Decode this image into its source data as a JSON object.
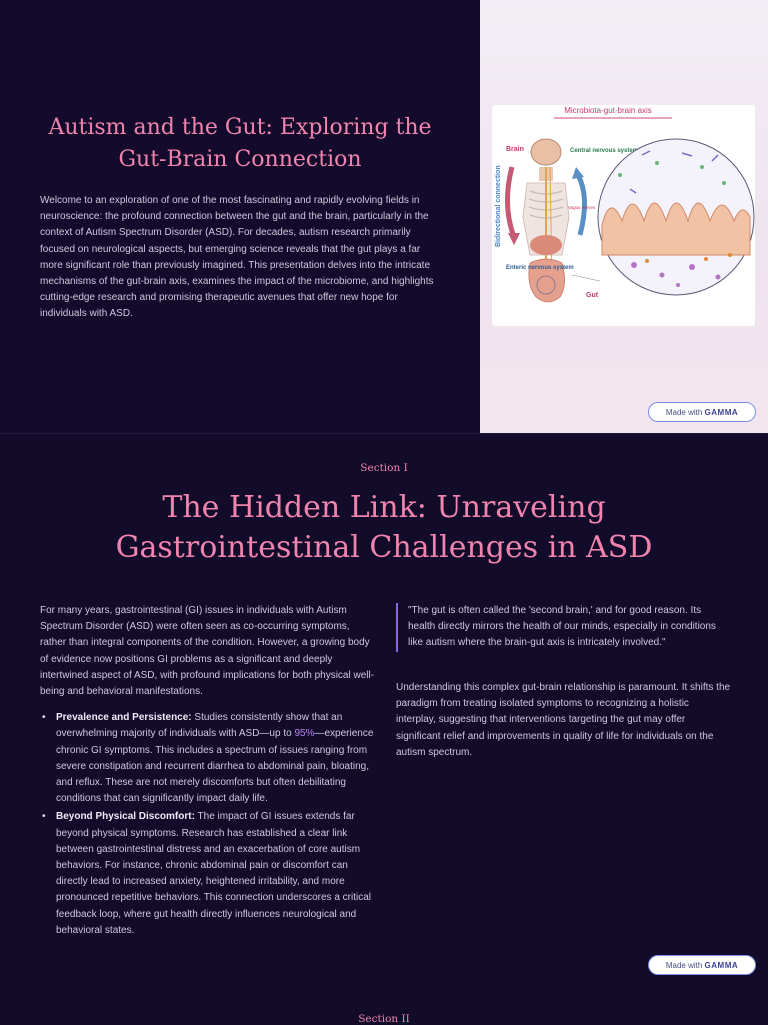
{
  "slide1": {
    "title": "Autism and the Gut: Exploring the Gut-Brain Connection",
    "intro": "Welcome to an exploration of one of the most fascinating and rapidly evolving fields in neuroscience: the profound connection between the gut and the brain, particularly in the context of Autism Spectrum Disorder (ASD). For decades, autism research primarily focused on neurological aspects, but emerging science reveals that the gut plays a far more significant role than previously imagined. This presentation delves into the intricate mechanisms of the gut-brain axis, examines the impact of the microbiome, and highlights cutting-edge research and promising therapeutic avenues that offer new hope for individuals with ASD.",
    "figure": {
      "title": "Microbiota-gut-brain axis",
      "brain": "Brain",
      "cns": "Central nervous system",
      "vertical": "Bidirectional connection",
      "vagus": "Vagus nerves",
      "ens": "Enteric nervous system",
      "gut": "Gut"
    }
  },
  "badge": {
    "prefix": "Made with",
    "brand": "GAMMA"
  },
  "slide2": {
    "section": "Section I",
    "title": "The Hidden Link: Unraveling Gastrointestinal Challenges in ASD",
    "para1": "For many years, gastrointestinal (GI) issues in individuals with Autism Spectrum Disorder (ASD) were often seen as co-occurring symptoms, rather than integral components of the condition. However, a growing body of evidence now positions GI problems as a significant and deeply intertwined aspect of ASD, with profound implications for both physical well-being and behavioral manifestations.",
    "bullet1": {
      "head": "Prevalence and Persistence:",
      "pre": "Studies consistently show that an overwhelming majority of individuals with ASD—up to",
      "highlight": "95%",
      "post": "—experience chronic GI symptoms. This includes a spectrum of issues ranging from severe constipation and recurrent diarrhea to abdominal pain, bloating, and reflux. These are not merely discomforts but often debilitating conditions that can significantly impact daily life."
    },
    "bullet2": {
      "head": "Beyond Physical Discomfort:",
      "body": "The impact of GI issues extends far beyond physical symptoms. Research has established a clear link between gastrointestinal distress and an exacerbation of core autism behaviors. For instance, chronic abdominal pain or discomfort can directly lead to increased anxiety, heightened irritability, and more pronounced repetitive behaviors. This connection underscores a critical feedback loop, where gut health directly influences neurological and behavioral states."
    },
    "quote": "\"The gut is often called the 'second brain,' and for good reason. Its health directly mirrors the health of our minds, especially in conditions like autism where the brain-gut axis is intricately involved.\"",
    "para2": "Understanding this complex gut-brain relationship is paramount. It shifts the paradigm from treating isolated symptoms to recognizing a holistic interplay, suggesting that interventions targeting the gut may offer significant relief and improvements in quality of life for individuals on the autism spectrum."
  },
  "slide3": {
    "section": "Section II"
  },
  "colors": {
    "background": "#130b2a",
    "accent": "#f184ae",
    "highlight": "#b583f2",
    "quote_bar": "#8c67d9"
  }
}
